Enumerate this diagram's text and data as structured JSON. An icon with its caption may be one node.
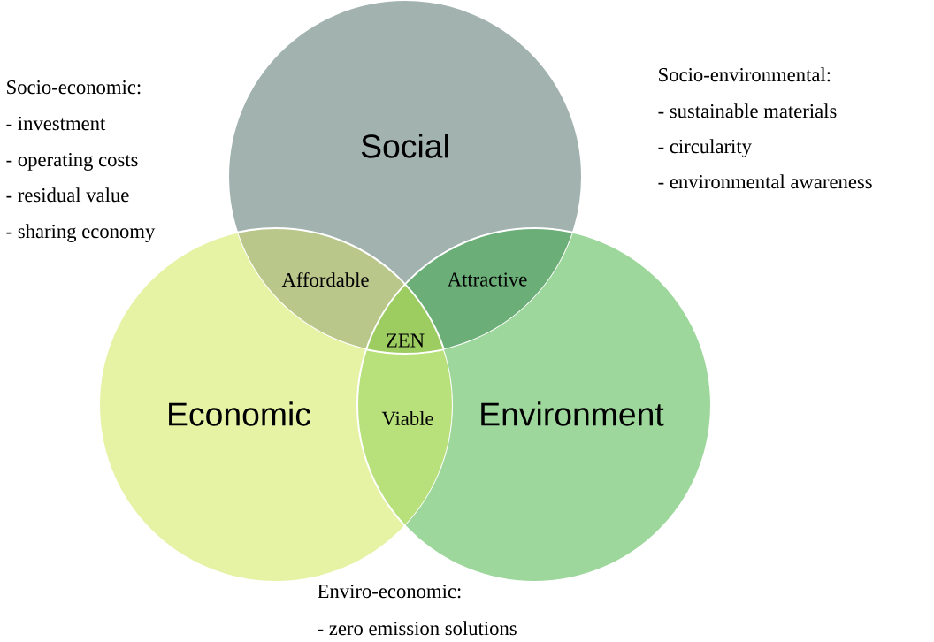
{
  "diagram": {
    "nodes": [
      {
        "text": [
          "Social"
        ]
      },
      {
        "text": [
          "Economic"
        ]
      },
      {
        "text": [
          "Environment"
        ]
      }
    ],
    "edges": [],
    "labels": [
      "Socio-economic:",
      "- investment",
      "- operating costs",
      "- residual value",
      "- sharing economy",
      "Socio-environmental:",
      "- sustainable materials",
      "- circularity",
      "- environmental awareness",
      "Affordable",
      "Attractive",
      "ZEN",
      "Viable",
      "Enviro-economic:",
      "- zero emission solutions"
    ]
  }
}
